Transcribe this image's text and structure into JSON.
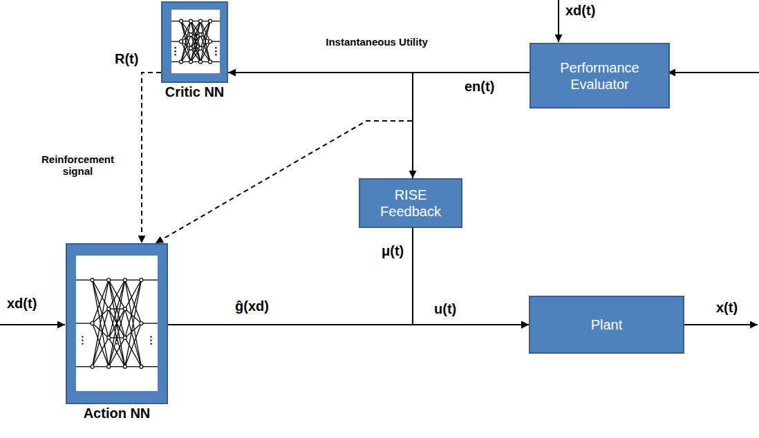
{
  "diagram": {
    "nodes": [
      {
        "text": [
          "Critic NN"
        ]
      },
      {
        "text": [
          "Performance Evaluator"
        ]
      },
      {
        "text": [
          "RISE Feedback"
        ]
      },
      {
        "text": [
          "Action NN"
        ]
      },
      {
        "text": [
          "Plant"
        ]
      }
    ],
    "edges": [
      {
        "from": 1,
        "to": 0,
        "arrow": "to",
        "label": "en(t)"
      },
      {
        "from": 1,
        "to": 2,
        "arrow": "to"
      },
      {
        "from": 1,
        "to": 3,
        "arrow": "to"
      },
      {
        "from": 0,
        "to": 3,
        "arrow": "to",
        "label": "Reinforcement signal"
      },
      {
        "from": 3,
        "to": 4,
        "arrow": "to",
        "label": "ĝ(xd)"
      },
      {
        "from": 2,
        "to": 4,
        "arrow": "to"
      }
    ],
    "labels": [
      "xd(t)",
      "Instantaneous Utility",
      "R(t)",
      "μ(t)",
      "u(t)",
      "x(t)",
      "xd(t)"
    ]
  }
}
